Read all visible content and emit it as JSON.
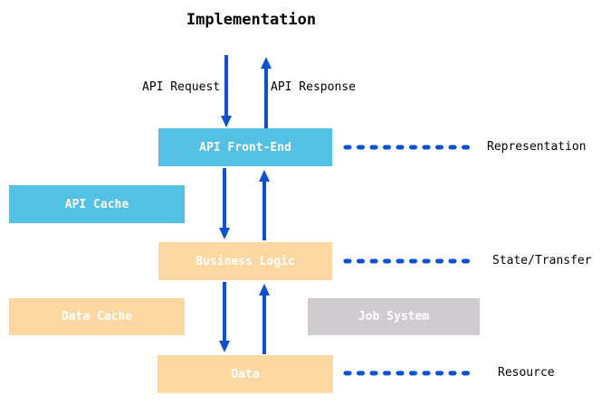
{
  "title": "Implementation",
  "colors": {
    "blue": "#53C1E4",
    "orange": "#FBD7A2",
    "gray": "#CFCBCF",
    "arrow": "#0B50D8"
  },
  "arrows": {
    "request_label": "API Request",
    "response_label": "API Response"
  },
  "boxes": {
    "api_front_end": "API Front-End",
    "api_cache": "API Cache",
    "business_logic": "Business Logic",
    "data_cache": "Data Cache",
    "job_system": "Job System",
    "data": "Data"
  },
  "layers": [
    {
      "label": "Representation"
    },
    {
      "label": "State/Transfer"
    },
    {
      "label": "Resource"
    }
  ]
}
